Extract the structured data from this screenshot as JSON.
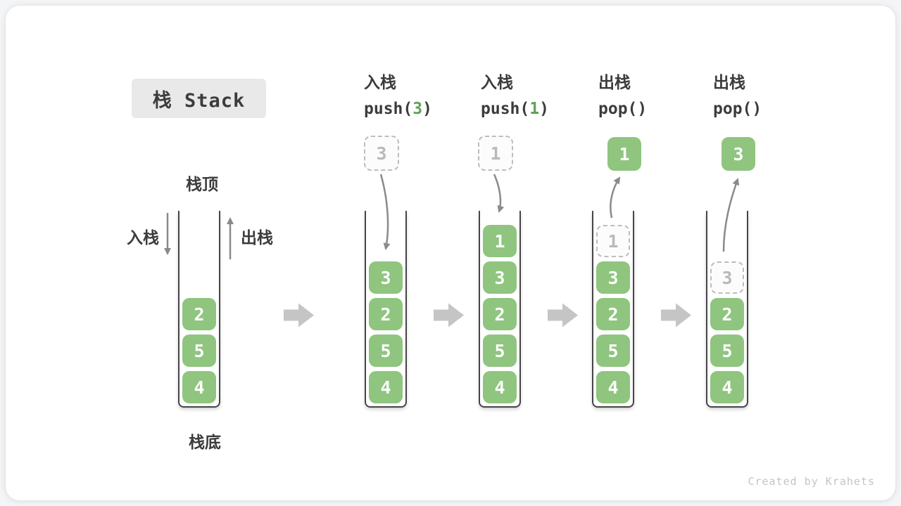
{
  "title": "栈 Stack",
  "watermark": "Created by Krahets",
  "legend": {
    "top": "栈顶",
    "bottom": "栈底",
    "push": "入栈",
    "pop": "出栈"
  },
  "ops": [
    {
      "name": "入栈",
      "code_pre": "push(",
      "code_arg": "3",
      "code_post": ")"
    },
    {
      "name": "入栈",
      "code_pre": "push(",
      "code_arg": "1",
      "code_post": ")"
    },
    {
      "name": "出栈",
      "code_pre": "pop(",
      "code_arg": "",
      "code_post": ")"
    },
    {
      "name": "出栈",
      "code_pre": "pop(",
      "code_arg": "",
      "code_post": ")"
    }
  ],
  "stacks": [
    {
      "items": [
        {
          "value": "2"
        },
        {
          "value": "5"
        },
        {
          "value": "4"
        }
      ]
    },
    {
      "items": [
        {
          "value": "3"
        },
        {
          "value": "2"
        },
        {
          "value": "5"
        },
        {
          "value": "4"
        }
      ],
      "floating": {
        "value": "3",
        "kind": "ghost"
      },
      "arrow": "push"
    },
    {
      "items": [
        {
          "value": "1"
        },
        {
          "value": "3"
        },
        {
          "value": "2"
        },
        {
          "value": "5"
        },
        {
          "value": "4"
        }
      ],
      "floating": {
        "value": "1",
        "kind": "ghost"
      },
      "arrow": "push"
    },
    {
      "items": [
        {
          "value": "1",
          "kind": "ghost"
        },
        {
          "value": "3"
        },
        {
          "value": "2"
        },
        {
          "value": "5"
        },
        {
          "value": "4"
        }
      ],
      "floating": {
        "value": "1",
        "kind": "solid"
      },
      "arrow": "pop"
    },
    {
      "items": [
        {
          "value": "3",
          "kind": "ghost"
        },
        {
          "value": "2"
        },
        {
          "value": "5"
        },
        {
          "value": "4"
        }
      ],
      "floating": {
        "value": "3",
        "kind": "solid"
      },
      "arrow": "pop"
    }
  ],
  "colors": {
    "item_green": "#8FC57F",
    "code_arg_green": "#60A257",
    "arrow_gray": "#8A8A8A",
    "step_arrow_gray": "#C5C5C5",
    "ghost_gray": "#BDBDBD",
    "text_dark": "#3C3C3C",
    "watermark_gray": "#C4C4C4",
    "title_bg": "#E9E9E9"
  }
}
